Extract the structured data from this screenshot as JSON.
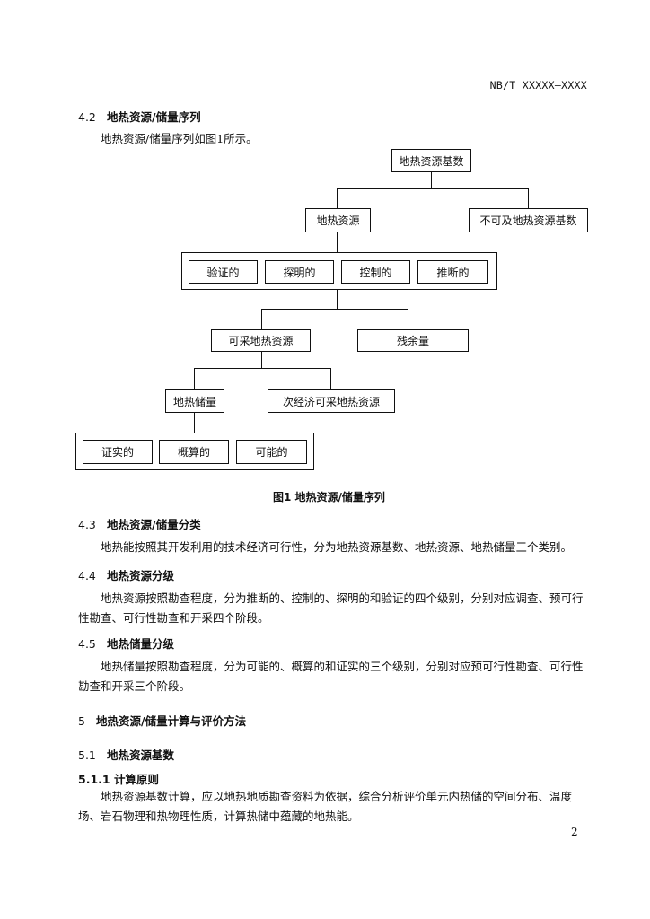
{
  "header": {
    "code": "NB/T XXXXX—XXXX"
  },
  "sec42": {
    "num": "4.2",
    "title": "地热资源/储量序列",
    "para": "地热资源/储量序列如图1所示。"
  },
  "diagram": {
    "root": "地热资源基数",
    "level1_left": "地热资源",
    "level1_right": "不可及地热资源基数",
    "group1": [
      "验证的",
      "探明的",
      "控制的",
      "推断的"
    ],
    "level2_left": "可采地热资源",
    "level2_right": "残余量",
    "level3_left": "地热储量",
    "level3_right": "次经济可采地热资源",
    "group2": [
      "证实的",
      "概算的",
      "可能的"
    ],
    "caption": "图1  地热资源/储量序列"
  },
  "sec43": {
    "num": "4.3",
    "title": "地热资源/储量分类",
    "para": "地热能按照其开发利用的技术经济可行性，分为地热资源基数、地热资源、地热储量三个类别。"
  },
  "sec44": {
    "num": "4.4",
    "title": "地热资源分级",
    "para": "地热资源按照勘查程度，分为推断的、控制的、探明的和验证的四个级别，分别对应调查、预可行性勘查、可行性勘查和开采四个阶段。"
  },
  "sec45": {
    "num": "4.5",
    "title": "地热储量分级",
    "para": "地热储量按照勘查程度，分为可能的、概算的和证实的三个级别，分别对应预可行性勘查、可行性勘查和开采三个阶段。"
  },
  "sec5": {
    "num": "5",
    "title": "地热资源/储量计算与评价方法"
  },
  "sec51": {
    "num": "5.1",
    "title": "地热资源基数"
  },
  "sec511": {
    "title": "5.1.1 计算原则",
    "para": "地热资源基数计算，应以地热地质勘查资料为依据，综合分析评价单元内热储的空间分布、温度场、岩石物理和热物理性质，计算热储中蕴藏的地热能。"
  },
  "page_number": "2"
}
